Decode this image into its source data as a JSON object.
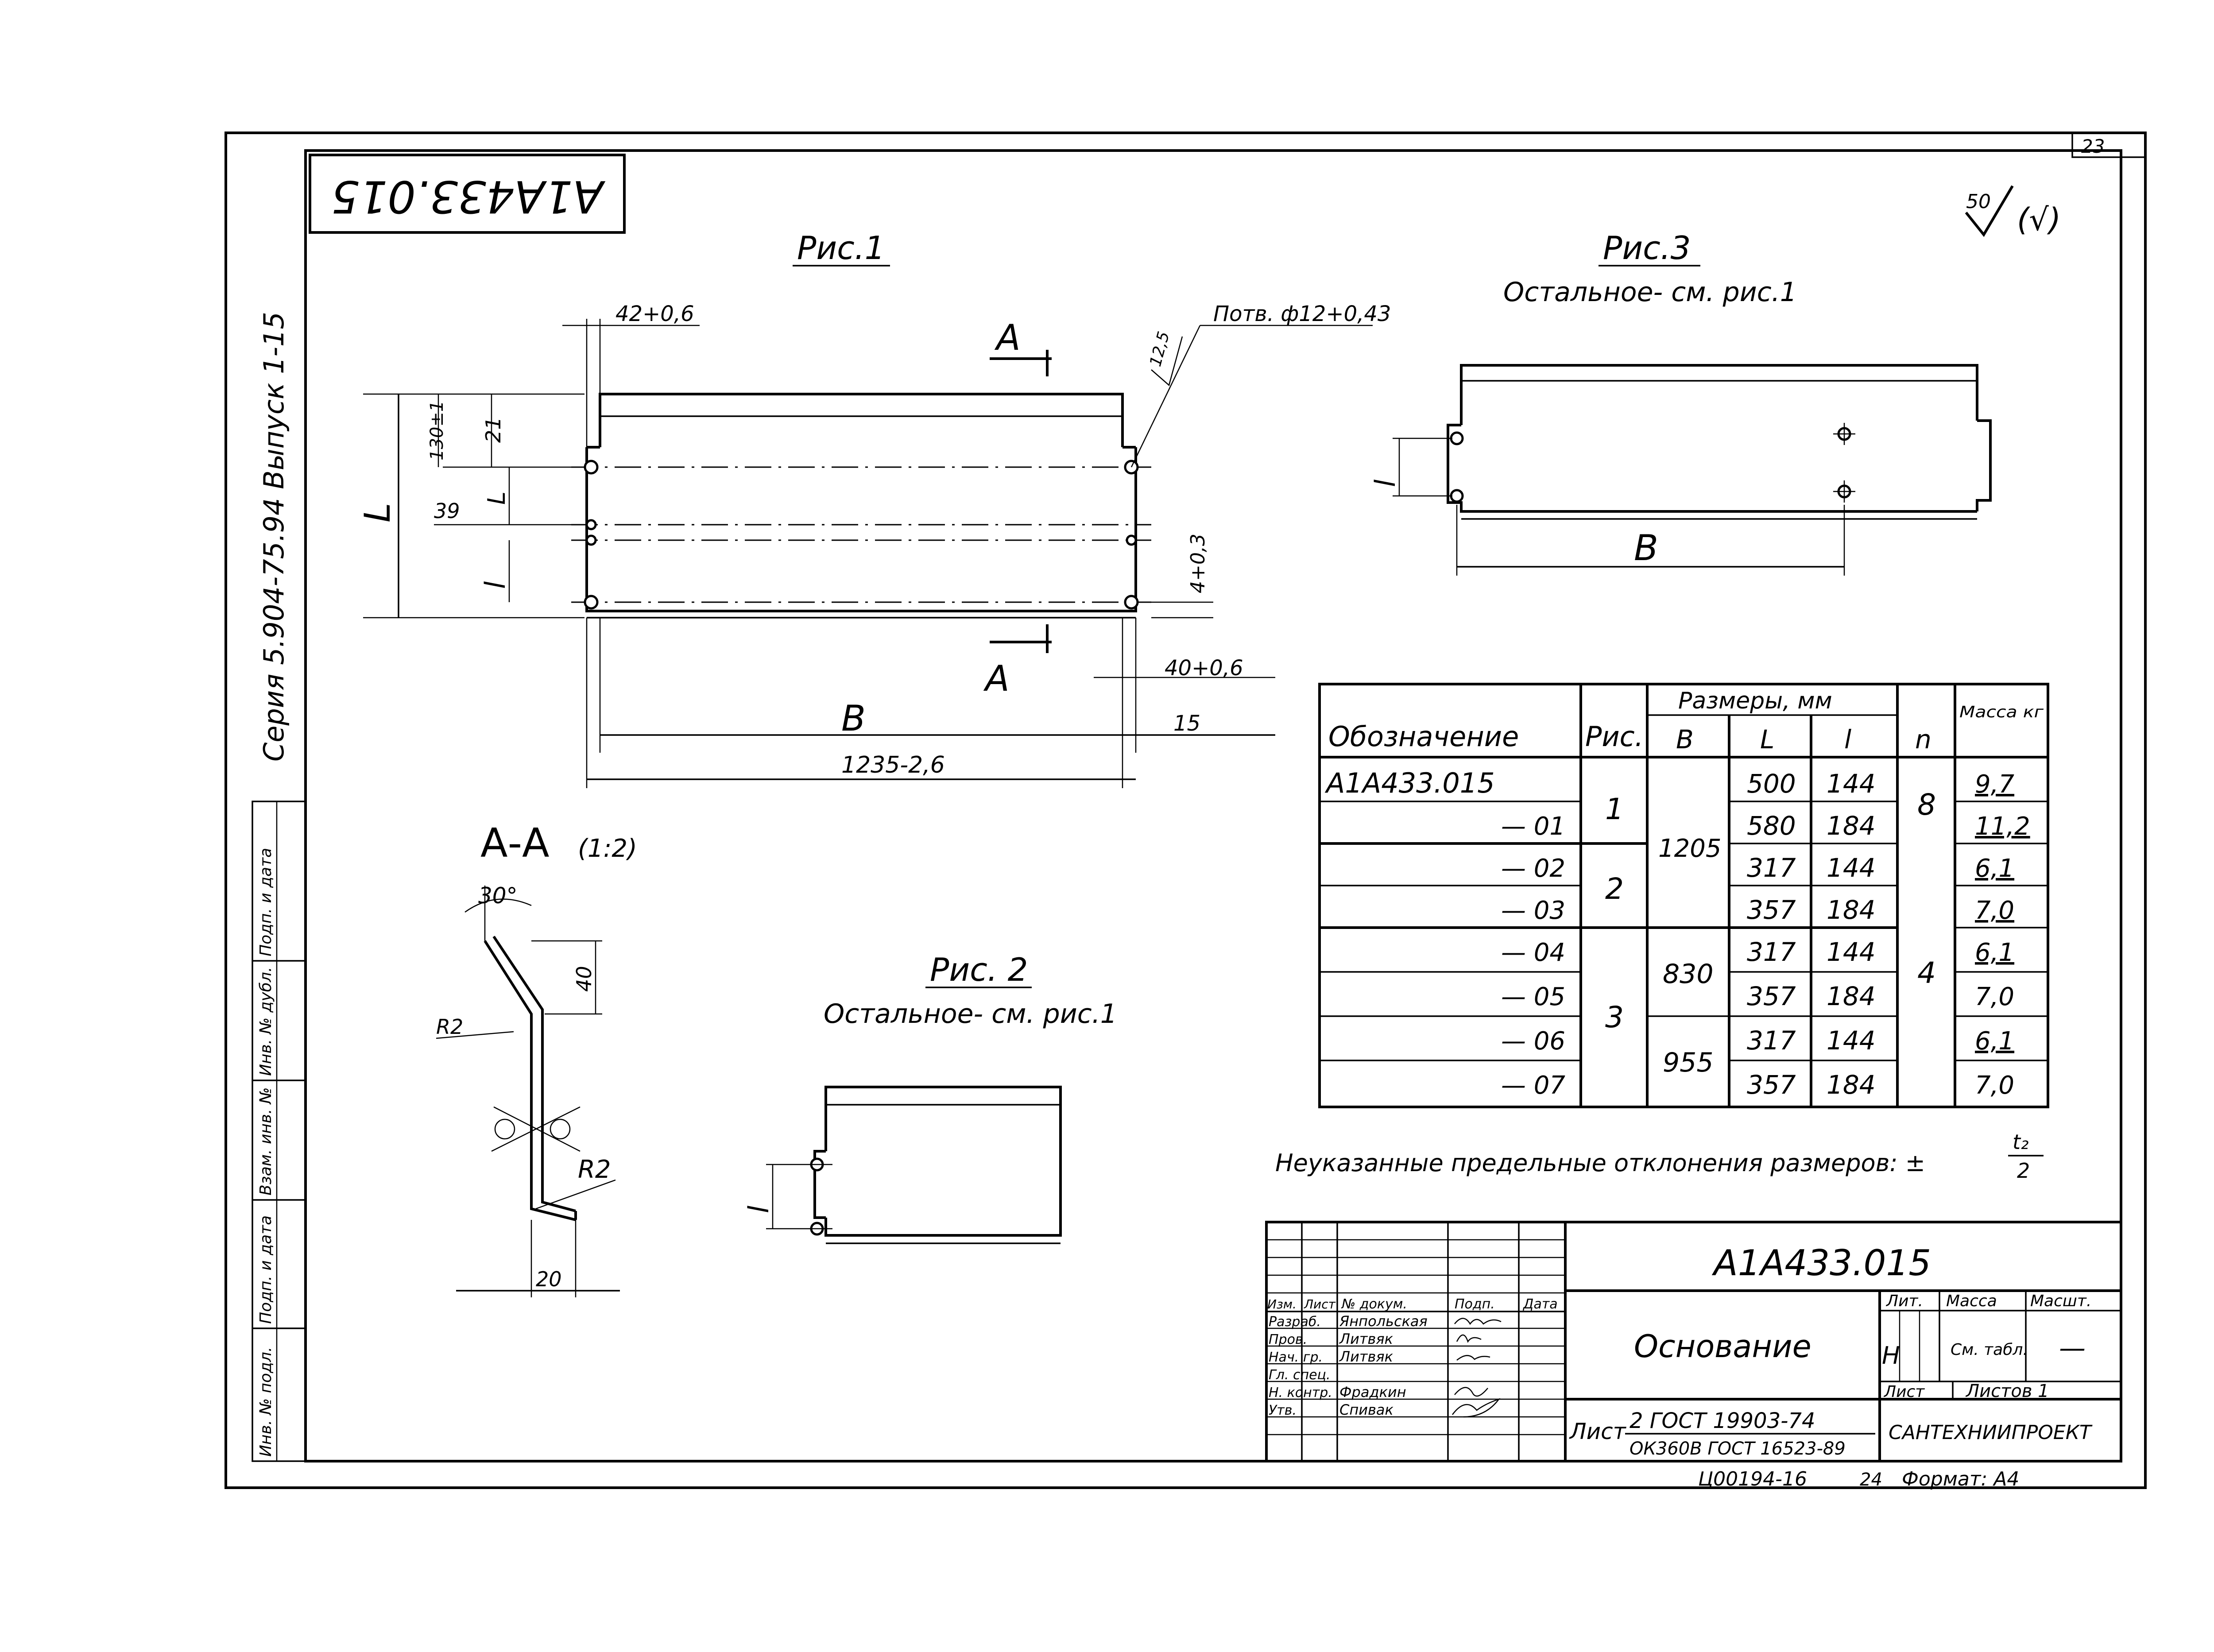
{
  "sheet": {
    "sheet_number": "23",
    "stamp": "A1A433.015",
    "series": "Серия 5.904-75.94  Выпуск 1-15",
    "roughness": "50",
    "roughness_sub": "(√)",
    "archive_number": "Ц00194-16",
    "format_prefix": "24",
    "format": "Формат: А4",
    "general_tolerance": "Неуказанные предельные отклонения размеров: ±",
    "general_tolerance_num": "t₂",
    "general_tolerance_den": "2"
  },
  "fig1": {
    "title": "Рис.1",
    "dim_42": "42+0,6",
    "hole_note": "Потв. ф12+0,43",
    "roughness": "12,5",
    "dim_130": "130±1",
    "dim_21": "21",
    "dim_39": "39",
    "dim_L_total": "L",
    "dim_L_inner": "L",
    "dim_l": "l",
    "dim_4": "4+0,3",
    "section_top": "A",
    "section_bottom": "A",
    "dim_40": "40+0,6",
    "dim_B": "B",
    "dim_15": "15",
    "dim_1235": "1235-2,6"
  },
  "fig2": {
    "title": "Рис. 2",
    "subtitle": "Остальное- см. рис.1",
    "dim_l": "l"
  },
  "fig3": {
    "title": "Рис.3",
    "subtitle": "Остальное- см. рис.1",
    "dim_l": "l",
    "dim_B": "B"
  },
  "section": {
    "title": "А-А",
    "scale": "(1:2)",
    "angle": "30°",
    "dim_40": "40",
    "r_top": "R2",
    "r_bottom": "R2",
    "dim_20": "20"
  },
  "table": {
    "headers": {
      "designation": "Обозначение",
      "fig": "Рис.",
      "dims": "Размеры, мм",
      "b": "B",
      "L": "L",
      "l": "l",
      "n": "n",
      "mass": "Масса кг"
    },
    "designations": [
      "A1A433.015",
      "— 01",
      "— 02",
      "— 03",
      "— 04",
      "— 05",
      "— 06",
      "— 07"
    ],
    "L_values": [
      "500",
      "580",
      "317",
      "357",
      "317",
      "357",
      "317",
      "357"
    ],
    "l_values": [
      "144",
      "184",
      "144",
      "184",
      "144",
      "184",
      "144",
      "184"
    ],
    "masses": [
      "9,7",
      "11,2",
      "6,1",
      "7,0",
      "6,1",
      "7,0",
      "6,1",
      "7,0"
    ],
    "fig_groups": [
      "1",
      "2",
      "3"
    ],
    "b_groups": [
      "1205",
      "830",
      "955"
    ],
    "n_groups": [
      "8",
      "4"
    ]
  },
  "title_block": {
    "designation": "A1A433.015",
    "name": "Основание",
    "lit_header": "Лит.",
    "mass_header": "Масса",
    "scale_header": "Масшт.",
    "lit_value": "Н",
    "mass_value": "См. табл.",
    "scale_value": "—",
    "sheet_label": "Лист",
    "sheets_label": "Листов 1",
    "material_prefix": "Лист",
    "material_top": "2 ГОСТ 19903-74",
    "material_bottom": "ОК360В ГОСТ 16523-89",
    "org": "САНТЕХНИИПРОЕКТ",
    "col_headers": [
      "Изм.",
      "Лист",
      "№ докум.",
      "Подп.",
      "Дата"
    ],
    "roles": [
      "Разраб.",
      "Пров.",
      "Нач. гр.",
      "Гл. спец.",
      "Н. контр.",
      "Утв."
    ],
    "names": [
      "Янпольская",
      "Литвяк",
      "Литвяк",
      "",
      "Фрадкин",
      "Спивак"
    ]
  },
  "side_strip": {
    "labels": [
      "Подп. и дата",
      "Инв. № дубл.",
      "Взам. инв. №",
      "Подп. и дата",
      "Инв. № подл."
    ]
  }
}
